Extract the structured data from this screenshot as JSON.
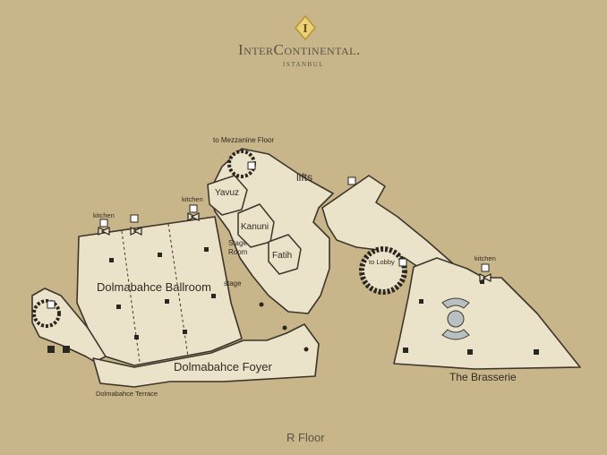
{
  "brand": {
    "name": "InterContinental.",
    "city": "ISTANBUL"
  },
  "colors": {
    "background": "#c9b58a",
    "floor": "#ebe3c9",
    "outline": "#3b352c",
    "text": "#2f2a22",
    "column": "#2a2620",
    "gold": "#c9a640"
  },
  "rooms": {
    "ballroom": "Dolmabahce Ballroom",
    "foyer": "Dolmabahce Foyer",
    "terrace": "Dolmabahce Terrace",
    "brasserie": "The Brasserie",
    "yavuz": "Yavuz",
    "kanuni": "Kanuni",
    "fatih": "Fatih",
    "stage_room_line1": "Stage",
    "stage_room_line2": "Room",
    "stage": "stage"
  },
  "labels": {
    "to_mezzanine": "to Mezzanine Floor",
    "lifts": "lifts",
    "to_lobby": "to Lobby",
    "kitchen": "kitchen"
  },
  "floor_name": "R Floor",
  "icons": [
    "stairs-icon",
    "wc-icon",
    "lift-icon",
    "kitchen-door-icon",
    "logo-emblem-icon"
  ]
}
